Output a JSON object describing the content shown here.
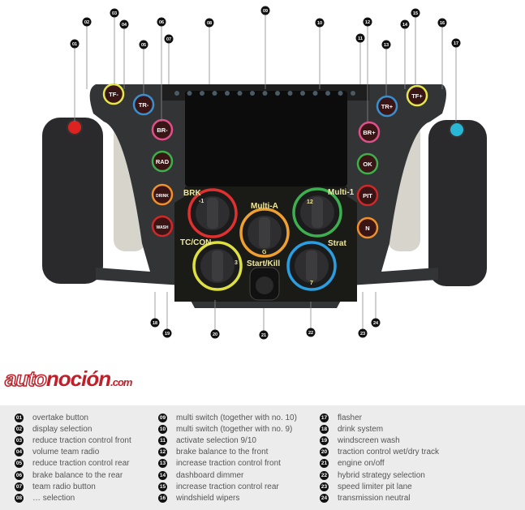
{
  "callouts": [
    "01",
    "02",
    "03",
    "04",
    "05",
    "06",
    "07",
    "08",
    "09",
    "10",
    "11",
    "12",
    "13",
    "14",
    "15",
    "16",
    "17",
    "18",
    "19",
    "20",
    "21",
    "22",
    "23",
    "24"
  ],
  "buttons_left": [
    "TF-",
    "TR-",
    "BR-",
    "RAD",
    "DRINK",
    "WASH"
  ],
  "buttons_right": [
    "TF+",
    "TR+",
    "BR+",
    "OK",
    "PIT",
    "N"
  ],
  "knobs": {
    "brk": "BRK",
    "multi_a": "Multi-A",
    "multi_1": "Multi-1",
    "tc_con": "TC/CON",
    "strat": "Strat",
    "start_kill": "Start/Kill",
    "brk_val": "-1",
    "multi_a_val": "G",
    "multi_1_val": "12",
    "tc_val": "3",
    "strat_val": "7"
  },
  "legend": [
    {
      "num": "01",
      "text": "overtake button"
    },
    {
      "num": "02",
      "text": "display selection"
    },
    {
      "num": "03",
      "text": "reduce traction control front"
    },
    {
      "num": "04",
      "text": "volume team radio"
    },
    {
      "num": "05",
      "text": "reduce traction control rear"
    },
    {
      "num": "06",
      "text": "brake balance to the rear"
    },
    {
      "num": "07",
      "text": "team radio button"
    },
    {
      "num": "08",
      "text": "… selection"
    },
    {
      "num": "09",
      "text": "multi switch (together with no. 10)"
    },
    {
      "num": "10",
      "text": "multi switch (together with no. 9)"
    },
    {
      "num": "11",
      "text": "activate selection 9/10"
    },
    {
      "num": "12",
      "text": "brake balance to the front"
    },
    {
      "num": "13",
      "text": "increase traction control front"
    },
    {
      "num": "14",
      "text": "dashboard dimmer"
    },
    {
      "num": "15",
      "text": "increase traction control rear"
    },
    {
      "num": "16",
      "text": "windshield wipers"
    },
    {
      "num": "17",
      "text": "flasher"
    },
    {
      "num": "18",
      "text": "drink system"
    },
    {
      "num": "19",
      "text": "windscreen wash"
    },
    {
      "num": "20",
      "text": "traction control wet/dry track"
    },
    {
      "num": "21",
      "text": "engine on/off"
    },
    {
      "num": "22",
      "text": "hybrid strategy selection"
    },
    {
      "num": "23",
      "text": "speed limiter pit lane"
    },
    {
      "num": "24",
      "text": "transmission neutral"
    }
  ],
  "watermark": {
    "part1": "auto",
    "part2": "noción",
    ".com": ".com"
  }
}
